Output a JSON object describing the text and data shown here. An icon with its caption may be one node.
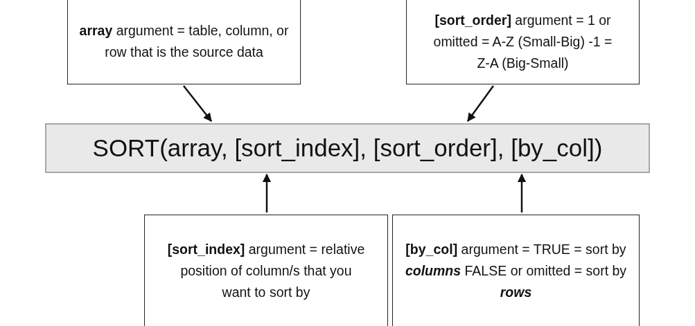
{
  "diagram": {
    "nodes": [
      {
        "text": [
          "**array** argument = table, column, or row that is the source data"
        ]
      },
      {
        "text": [
          "**[sort_order]** argument = 1 or omitted = A-Z (Small-Big) -1 = Z-A (Big-Small)"
        ]
      },
      {
        "text": [
          "SORT(array, [sort_index], [sort_order], [by_col])"
        ]
      },
      {
        "text": [
          "**[sort_index]** argument = relative position of column/s that you want to sort by"
        ]
      },
      {
        "text": [
          "**[by_col]** argument = TRUE = sort by *columns* FALSE or omitted = sort by *rows*"
        ]
      }
    ],
    "edges": [
      {
        "from": 0,
        "to": 2,
        "arrow": "to"
      },
      {
        "from": 1,
        "to": 2,
        "arrow": "to"
      },
      {
        "from": 3,
        "to": 2,
        "arrow": "to"
      },
      {
        "from": 4,
        "to": 2,
        "arrow": "to"
      }
    ]
  }
}
